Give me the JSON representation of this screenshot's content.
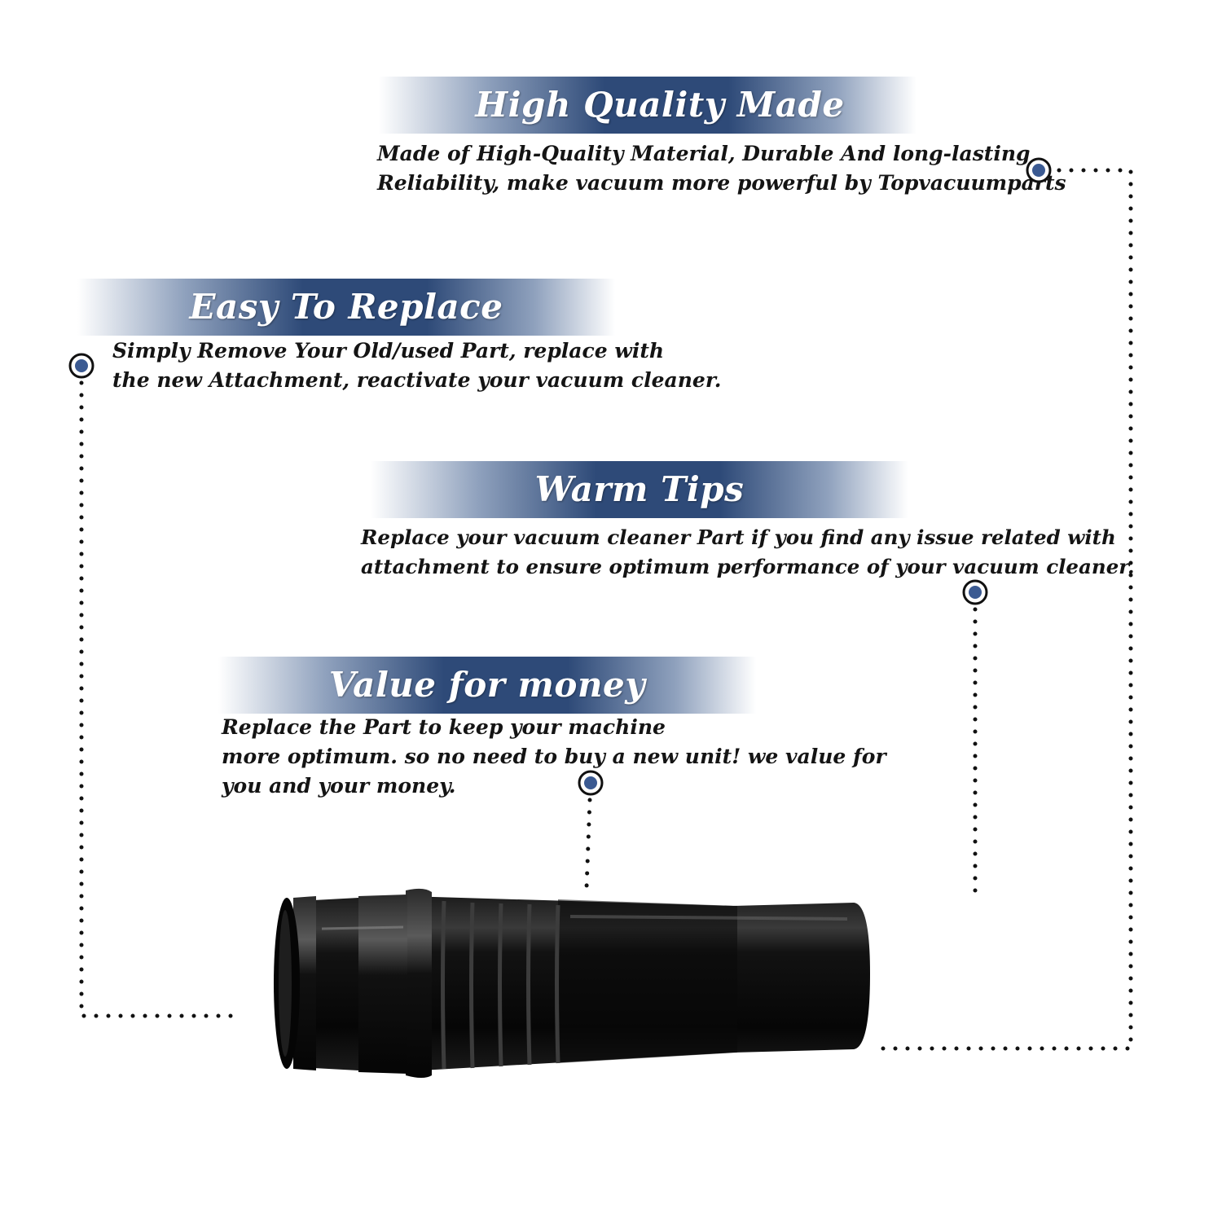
{
  "sections": {
    "high_quality": {
      "title": "High Quality Made",
      "lines": [
        "Made of  High-Quality Material, Durable And long-lasting",
        "Reliability, make vacuum more powerful by Topvacuumparts"
      ]
    },
    "easy_replace": {
      "title": "Easy To Replace",
      "lines": [
        "Simply Remove Your Old/used Part, replace with",
        "the new Attachment, reactivate your vacuum cleaner."
      ]
    },
    "warm_tips": {
      "title": "Warm Tips",
      "lines": [
        "Replace your vacuum cleaner Part if you find any issue related with",
        " attachment to ensure optimum performance of your vacuum cleaner."
      ]
    },
    "value_money": {
      "title": "Value for money",
      "lines": [
        "Replace the Part to keep your machine",
        "more optimum. so no need to buy a new unit! we value for",
        "you and your money."
      ]
    }
  },
  "colors": {
    "banner": "#2e4a78",
    "marker": "#3b5a92",
    "text": "#141414",
    "product": "#0c0c0c"
  },
  "icons": [
    "marker-dot-icon"
  ]
}
